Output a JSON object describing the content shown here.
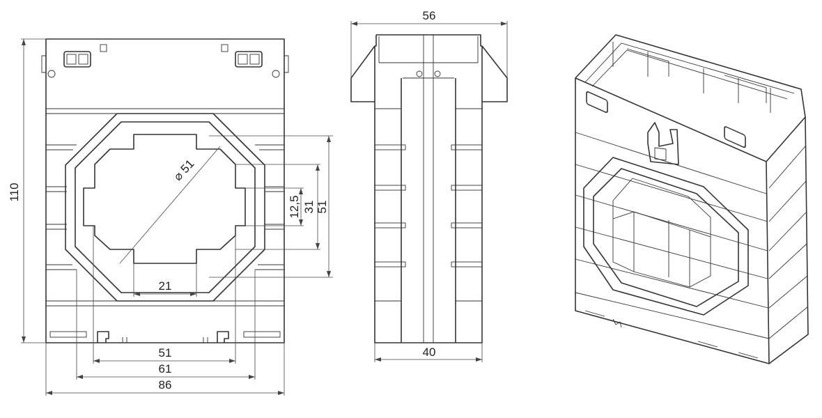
{
  "drawing": {
    "front_view": {
      "dimensions": {
        "height": "110",
        "diameter": "⌀ 51",
        "d_12_5": "12,5",
        "d_31": "31",
        "d_51_vertical": "51",
        "d_21": "21",
        "d_51_bottom": "51",
        "d_61": "61",
        "d_86": "86"
      }
    },
    "side_view": {
      "dimensions": {
        "top_width": "56",
        "bottom_width": "40"
      }
    },
    "iso_view": {
      "icon": "current-transformer-3d-icon"
    }
  }
}
